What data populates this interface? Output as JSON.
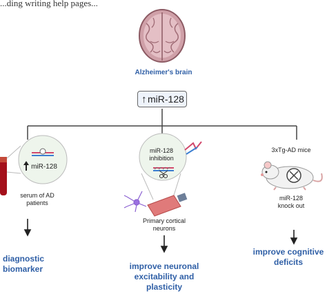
{
  "top_text": "...ding writing help pages...",
  "brain_label": "Alzheimer's brain",
  "center_mirna": "miR-128",
  "left_panel": {
    "circle_label": "miR-128",
    "caption": "serum of AD patients",
    "outcome": "diagnostic biomarker"
  },
  "middle_panel": {
    "circle_label": "miR-128 inhibition",
    "caption": "Primary cortical neurons",
    "outcome": "improve neuronal excitability and plasticity"
  },
  "right_panel": {
    "title": "3xTg-AD mice",
    "caption": "miR-128 knock out",
    "outcome": "improve cognitive deficits"
  },
  "colors": {
    "accent_blue": "#2f5fa6",
    "line": "#444444",
    "brain_pink": "#d8a5ae",
    "circle_fill": "#eef5ec",
    "blood_red": "#a4101b"
  }
}
